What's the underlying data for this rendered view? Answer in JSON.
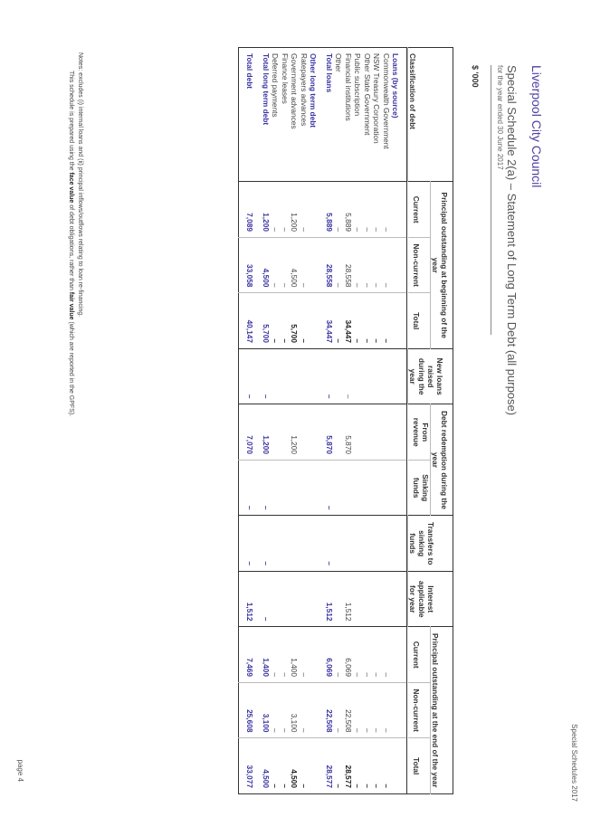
{
  "header": {
    "report_name": "Special Schedules 2017"
  },
  "title": "Liverpool City Council",
  "subtitle": "Special Schedule 2(a) – Statement of Long Term Debt (all purpose)",
  "subtitle2": "for the year ended 30 June 2017",
  "unit": "$ '000",
  "columns": {
    "classification": "Classification of debt",
    "opening_group": "Principal outstanding at beginning of the year",
    "current": "Current",
    "non_current": "Non-current",
    "total": "Total",
    "new_loans": "New loans raised during the year",
    "redemption_group": "Debt redemption during the year",
    "from_revenue": "From revenue",
    "sinking_funds": "Sinking funds",
    "transfers": "Transfers to sinking funds",
    "interest": "Interest applicable for year",
    "closing_group": "Principal outstanding at the end of the year"
  },
  "sections": {
    "loans_header": "Loans (by source)",
    "other_header": "Other long term debt"
  },
  "loan_rows": [
    {
      "label": "Commonwealth Government",
      "v": [
        "–",
        "–",
        "–",
        "",
        "",
        "",
        "",
        "",
        "–",
        "–",
        "–"
      ]
    },
    {
      "label": "NSW Treasury Corporation",
      "v": [
        "–",
        "–",
        "–",
        "",
        "",
        "",
        "",
        "",
        "–",
        "–",
        "–"
      ]
    },
    {
      "label": "Other State Government",
      "v": [
        "–",
        "–",
        "–",
        "",
        "",
        "",
        "",
        "",
        "–",
        "–",
        "–"
      ]
    },
    {
      "label": "Public subscription",
      "v": [
        "–",
        "–",
        "–",
        "",
        "",
        "",
        "",
        "",
        "–",
        "–",
        "–"
      ]
    },
    {
      "label": "Financial institutions",
      "v": [
        "5,889",
        "28,558",
        "34,447",
        "–",
        "5,870",
        "",
        "",
        "1,512",
        "6,069",
        "22,508",
        "28,577"
      ]
    },
    {
      "label": "Other",
      "v": [
        "–",
        "–",
        "–",
        "",
        "",
        "",
        "",
        "",
        "–",
        "–",
        "–"
      ]
    }
  ],
  "total_loans": {
    "label": "Total loans",
    "v": [
      "5,889",
      "28,558",
      "34,447",
      "–",
      "5,870",
      "–",
      "–",
      "1,512",
      "6,069",
      "22,508",
      "28,577"
    ]
  },
  "other_rows": [
    {
      "label": "Ratepayers advances",
      "v": [
        "–",
        "–",
        "–",
        "",
        "",
        "",
        "",
        "",
        "–",
        "–",
        "–"
      ]
    },
    {
      "label": "Government advances",
      "v": [
        "1,200",
        "4,500",
        "5,700",
        "",
        "1,200",
        "",
        "",
        "",
        "1,400",
        "3,100",
        "4,500"
      ]
    },
    {
      "label": "Finance leases",
      "v": [
        "–",
        "–",
        "–",
        "",
        "",
        "",
        "",
        "",
        "–",
        "–",
        "–"
      ]
    },
    {
      "label": "Deferred payments",
      "v": [
        "–",
        "–",
        "–",
        "",
        "",
        "",
        "",
        "",
        "–",
        "–",
        "–"
      ]
    }
  ],
  "total_ltd": {
    "label": "Total long term debt",
    "v": [
      "1,200",
      "4,500",
      "5,700",
      "–",
      "1,200",
      "–",
      "–",
      "–",
      "1,400",
      "3,100",
      "4,500"
    ]
  },
  "total_debt": {
    "label": "Total debt",
    "v": [
      "7,089",
      "33,058",
      "40,147",
      "–",
      "7,070",
      "–",
      "–",
      "1,512",
      "7,469",
      "25,608",
      "33,077"
    ]
  },
  "notes": {
    "line1": "Notes: excludes (i) internal loans and (ii) principal inflows/outflows relating to loan re-financing.",
    "line2_a": "This schedule is prepared using the ",
    "line2_b": "face value",
    "line2_c": " of debt obligations, rather than ",
    "line2_d": "fair value",
    "line2_e": " (which are reported in the GPFS)."
  },
  "footer": {
    "page": "page 4"
  }
}
